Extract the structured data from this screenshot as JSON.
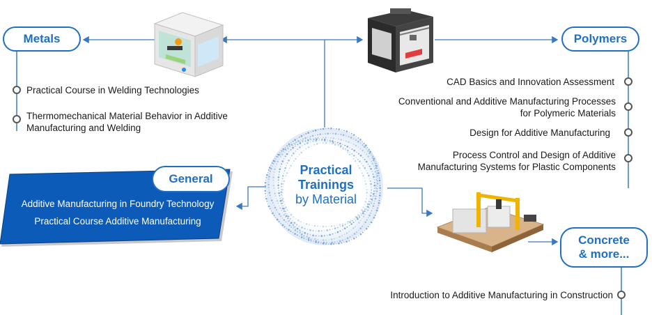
{
  "center": {
    "line1": "Practical",
    "line2": "Trainings",
    "line3": "by Material"
  },
  "metals": {
    "label": "Metals",
    "items": [
      "Practical Course in Welding Technologies",
      "Thermomechanical Material Behavior in Additive",
      "Manufacturing and Welding"
    ]
  },
  "polymers": {
    "label": "Polymers",
    "items": [
      "CAD Basics and Innovation Assessment",
      "Conventional and Additive Manufacturing Processes",
      "for Polymeric Materials",
      "Design for Additive Manufacturing",
      "Process Control and Design of Additive",
      "Manufacturing Systems for Plastic Components"
    ]
  },
  "general": {
    "label": "General",
    "items": [
      "Additive Manufacturing in Foundry Technology",
      "Practical Course Additive Manufacturing"
    ]
  },
  "concrete": {
    "label_line1": "Concrete",
    "label_line2": "& more...",
    "items": [
      "Introduction to Additive Manufacturing in Construction"
    ]
  },
  "colors": {
    "accent": "#1f6fc5",
    "panel": "#0d5bb8",
    "line": "#3a78c2"
  },
  "icons": [
    "printer-metal-icon",
    "printer-polymer-icon",
    "construction-printer-icon",
    "dotted-sphere-icon"
  ]
}
